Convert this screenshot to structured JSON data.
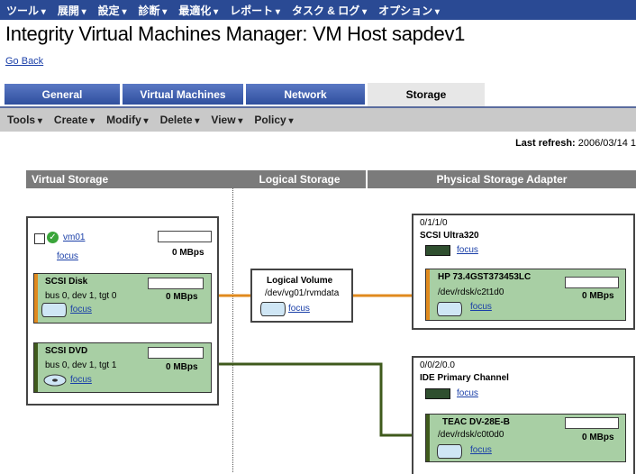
{
  "menu": [
    "ツール",
    "展開",
    "設定",
    "診断",
    "最適化",
    "レポート",
    "タスク & ログ",
    "オプション"
  ],
  "title": "Integrity Virtual Machines Manager: VM Host sapdev1",
  "go_back": "Go Back",
  "tabs": [
    "General",
    "Virtual Machines",
    "Network",
    "Storage"
  ],
  "active_tab": "Storage",
  "toolbar": [
    "Tools",
    "Create",
    "Modify",
    "Delete",
    "View",
    "Policy"
  ],
  "last_refresh_label": "Last refresh:",
  "last_refresh_value": "2006/03/14 1",
  "columns": [
    "Virtual Storage",
    "Logical Storage",
    "Physical Storage Adapter"
  ],
  "vm": {
    "name": "vm01",
    "focus": "focus",
    "rate": "0 MBps",
    "devices": [
      {
        "type": "SCSI Disk",
        "addr": "bus 0, dev 1, tgt 0",
        "rate": "0 MBps",
        "focus": "focus"
      },
      {
        "type": "SCSI DVD",
        "addr": "bus 0, dev 1, tgt 1",
        "rate": "0 MBps",
        "focus": "focus"
      }
    ]
  },
  "logical": {
    "type": "Logical Volume",
    "path": "/dev/vg01/rvmdata",
    "focus": "focus"
  },
  "adapters": [
    {
      "hw": "0/1/1/0",
      "name": "SCSI Ultra320",
      "focus": "focus",
      "device": {
        "name": "HP 73.4GST373453LC",
        "path": "/dev/rdsk/c2t1d0",
        "rate": "0 MBps",
        "focus": "focus"
      }
    },
    {
      "hw": "0/0/2/0.0",
      "name": "IDE Primary Channel",
      "focus": "focus",
      "device": {
        "name": "TEAC DV-28E-B",
        "path": "/dev/rdsk/c0t0d0",
        "rate": "0 MBps",
        "focus": "focus"
      }
    }
  ],
  "colors": {
    "menu_bg": "#2a4a94",
    "component_green": "#a8cfa4",
    "disk_link": "#e08a1e",
    "dvd_link": "#3f5a1c"
  }
}
